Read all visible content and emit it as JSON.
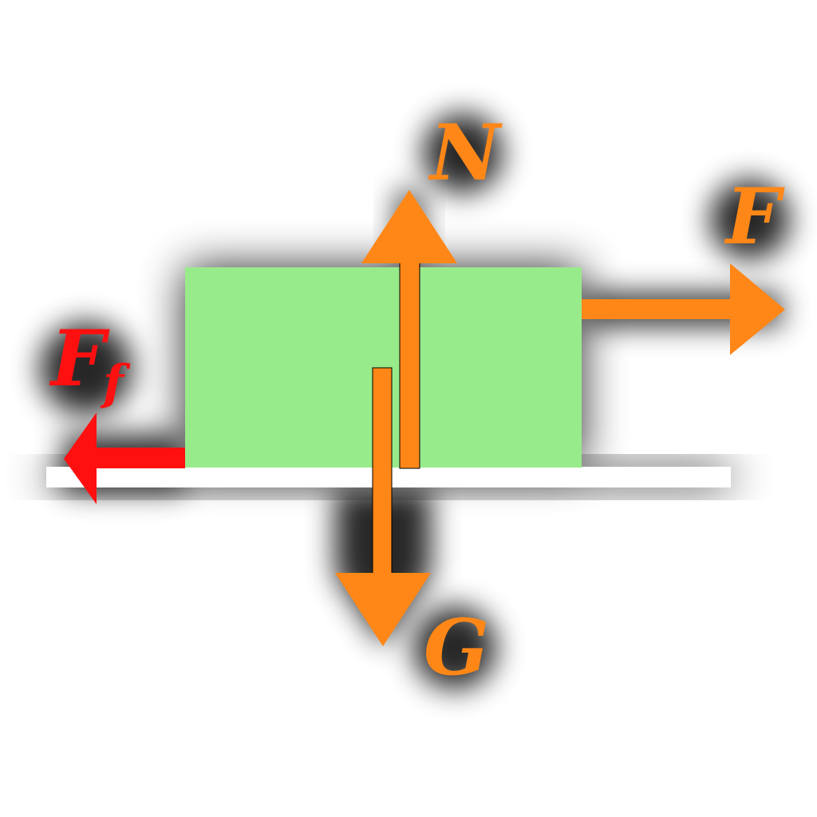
{
  "diagram": {
    "colors": {
      "block": "#98EB8A",
      "ground": "#FFFFFF",
      "arrow": "#FF8717",
      "friction": "#FF1010",
      "glow": "#000000",
      "background": "#FFFFFF"
    },
    "labels": {
      "normal": "N",
      "applied": "F",
      "gravity": "G",
      "friction_main": "F",
      "friction_sub": "f"
    }
  }
}
